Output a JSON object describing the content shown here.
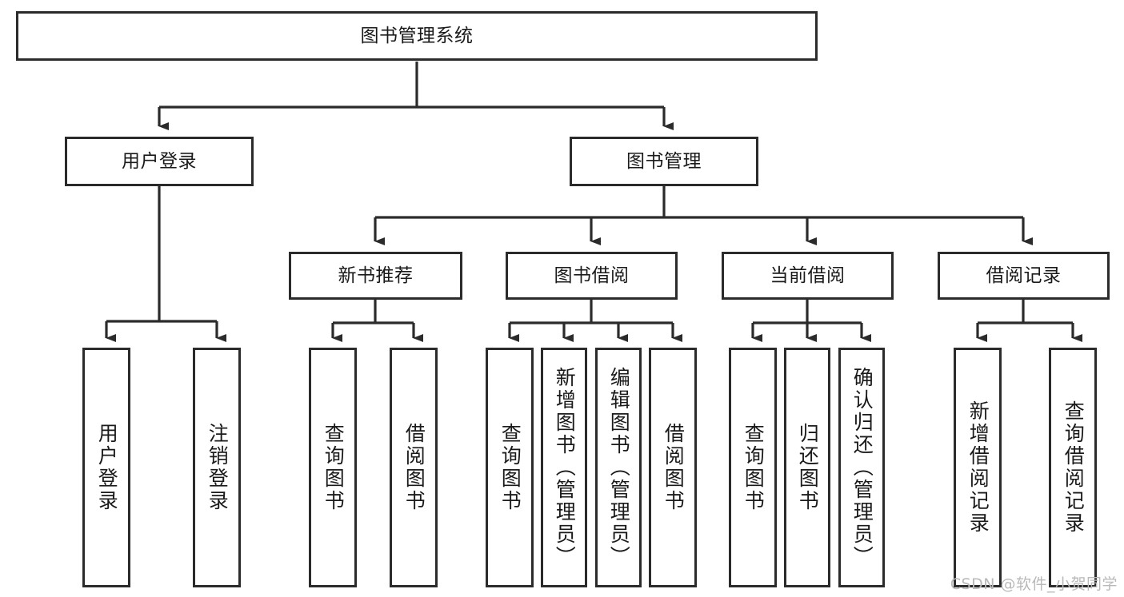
{
  "diagram": {
    "title": "图书管理系统",
    "type": "tree",
    "style": {
      "box_border": "#2b2b2b",
      "box_fill": "#ffffff",
      "line": "#2b2b2b",
      "text": "#1a1a1a",
      "watermark": "#b9b9b9"
    },
    "watermark": "CSDN @软件_小贺同学",
    "levels": {
      "level1": [
        {
          "id": "root",
          "label": "图书管理系统",
          "orientation": "horizontal"
        }
      ],
      "level2": [
        {
          "id": "user-login",
          "label": "用户登录",
          "orientation": "horizontal"
        },
        {
          "id": "book-manage",
          "label": "图书管理",
          "orientation": "horizontal"
        }
      ],
      "level3": [
        {
          "id": "new-book-rec",
          "label": "新书推荐",
          "orientation": "horizontal",
          "parent": "book-manage"
        },
        {
          "id": "book-borrow",
          "label": "图书借阅",
          "orientation": "horizontal",
          "parent": "book-manage"
        },
        {
          "id": "current-borrow",
          "label": "当前借阅",
          "orientation": "horizontal",
          "parent": "book-manage"
        },
        {
          "id": "borrow-record",
          "label": "借阅记录",
          "orientation": "horizontal",
          "parent": "book-manage"
        }
      ],
      "leaves": [
        {
          "id": "leaf-user-login",
          "label": "用户登录",
          "orientation": "vertical",
          "parent": "user-login"
        },
        {
          "id": "leaf-user-logout",
          "label": "注销登录",
          "orientation": "vertical",
          "parent": "user-login"
        },
        {
          "id": "leaf-query-book-1",
          "label": "查询图书",
          "orientation": "vertical",
          "parent": "new-book-rec"
        },
        {
          "id": "leaf-borrow-book-1",
          "label": "借阅图书",
          "orientation": "vertical",
          "parent": "new-book-rec"
        },
        {
          "id": "leaf-query-book-2",
          "label": "查询图书",
          "orientation": "vertical",
          "parent": "book-borrow"
        },
        {
          "id": "leaf-add-book",
          "label": "新增图书（管理员）",
          "orientation": "vertical",
          "parent": "book-borrow"
        },
        {
          "id": "leaf-edit-book",
          "label": "编辑图书（管理员）",
          "orientation": "vertical",
          "parent": "book-borrow"
        },
        {
          "id": "leaf-borrow-book-2",
          "label": "借阅图书",
          "orientation": "vertical",
          "parent": "book-borrow"
        },
        {
          "id": "leaf-query-book-3",
          "label": "查询图书",
          "orientation": "vertical",
          "parent": "current-borrow"
        },
        {
          "id": "leaf-return-book",
          "label": "归还图书",
          "orientation": "vertical",
          "parent": "current-borrow"
        },
        {
          "id": "leaf-confirm-return",
          "label": "确认归还（管理员）",
          "orientation": "vertical",
          "parent": "current-borrow"
        },
        {
          "id": "leaf-add-record",
          "label": "新增借阅记录",
          "orientation": "vertical",
          "parent": "borrow-record"
        },
        {
          "id": "leaf-query-record",
          "label": "查询借阅记录",
          "orientation": "vertical",
          "parent": "borrow-record"
        }
      ]
    }
  }
}
